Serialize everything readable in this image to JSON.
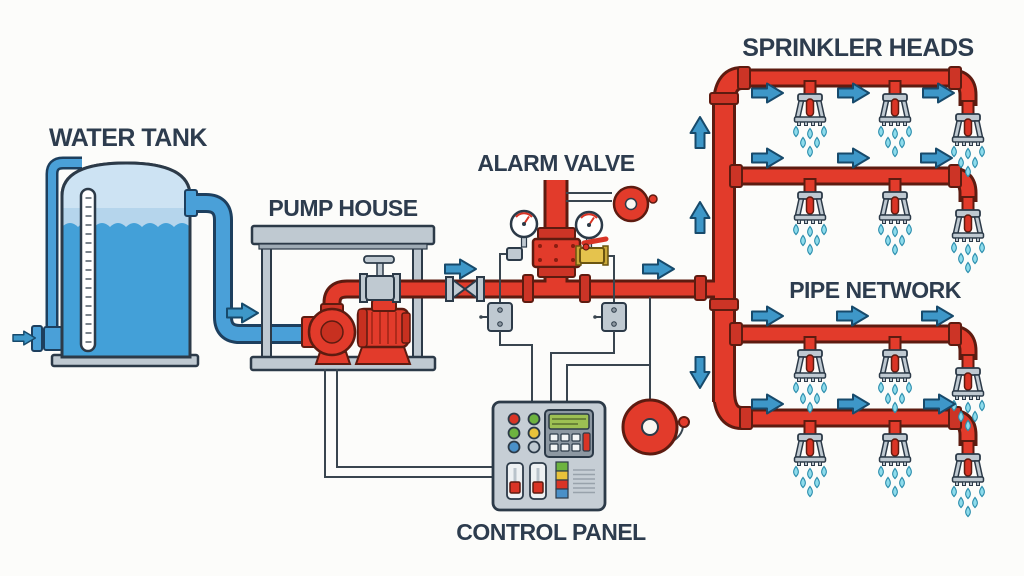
{
  "labels": {
    "water_tank": "WATER TANK",
    "pump_house": "PUMP HOUSE",
    "alarm_valve": "ALARM VALVE",
    "control_panel": "CONTROL PANEL",
    "sprinkler_heads": "SPRINKLER HEADS",
    "pipe_network": "PIPE NETWORK"
  },
  "diagram": {
    "type": "fire-sprinkler-system-schematic",
    "flow_direction": "left-to-right",
    "sprinkler_network": {
      "branch_lines": 4,
      "heads_per_branch": 3,
      "spraying": true
    },
    "icons": [
      "water-tank-icon",
      "level-gauge-icon",
      "fill-pipe-icon",
      "suction-pipe-icon",
      "fire-pump-icon",
      "motor-icon",
      "gate-valve-icon",
      "check-valve-icon",
      "alarm-valve-icon",
      "pressure-gauge-icon",
      "test-valve-icon",
      "alarm-gong-icon",
      "pressure-switch-icon",
      "control-panel-icon",
      "alarm-bell-icon",
      "riser-pipe-icon",
      "branch-pipe-icon",
      "sprinkler-head-icon",
      "flow-arrow-icon"
    ]
  },
  "palette": {
    "bg": "#fcfcfa",
    "label_ink": "#2d3c4e",
    "pipe_red": "#e23b2b",
    "pipe_red_outline": "#5d1b10",
    "red_fitting": "#cc3426",
    "blue_pipe": "#4aa0d8",
    "blue_outline": "#1d3f5e",
    "tank_body": "#b5d5ec",
    "tank_dome": "#cde3f3",
    "water": "#43a0d8",
    "metal_gray": "#bfc9d1",
    "metal_dark": "#2c3a48",
    "panel_gray": "#c6ced5",
    "keypad_gray": "#8d98a2",
    "lcd_green": "#9dc053",
    "arrow_blue": "#3e97c8",
    "arrow_outline": "#174a6b",
    "droplet": "#8edcec",
    "droplet_outline": "#2e8fae",
    "brass": "#e5c34d",
    "wire": "#39454f",
    "bulb_red": "#d93425"
  }
}
